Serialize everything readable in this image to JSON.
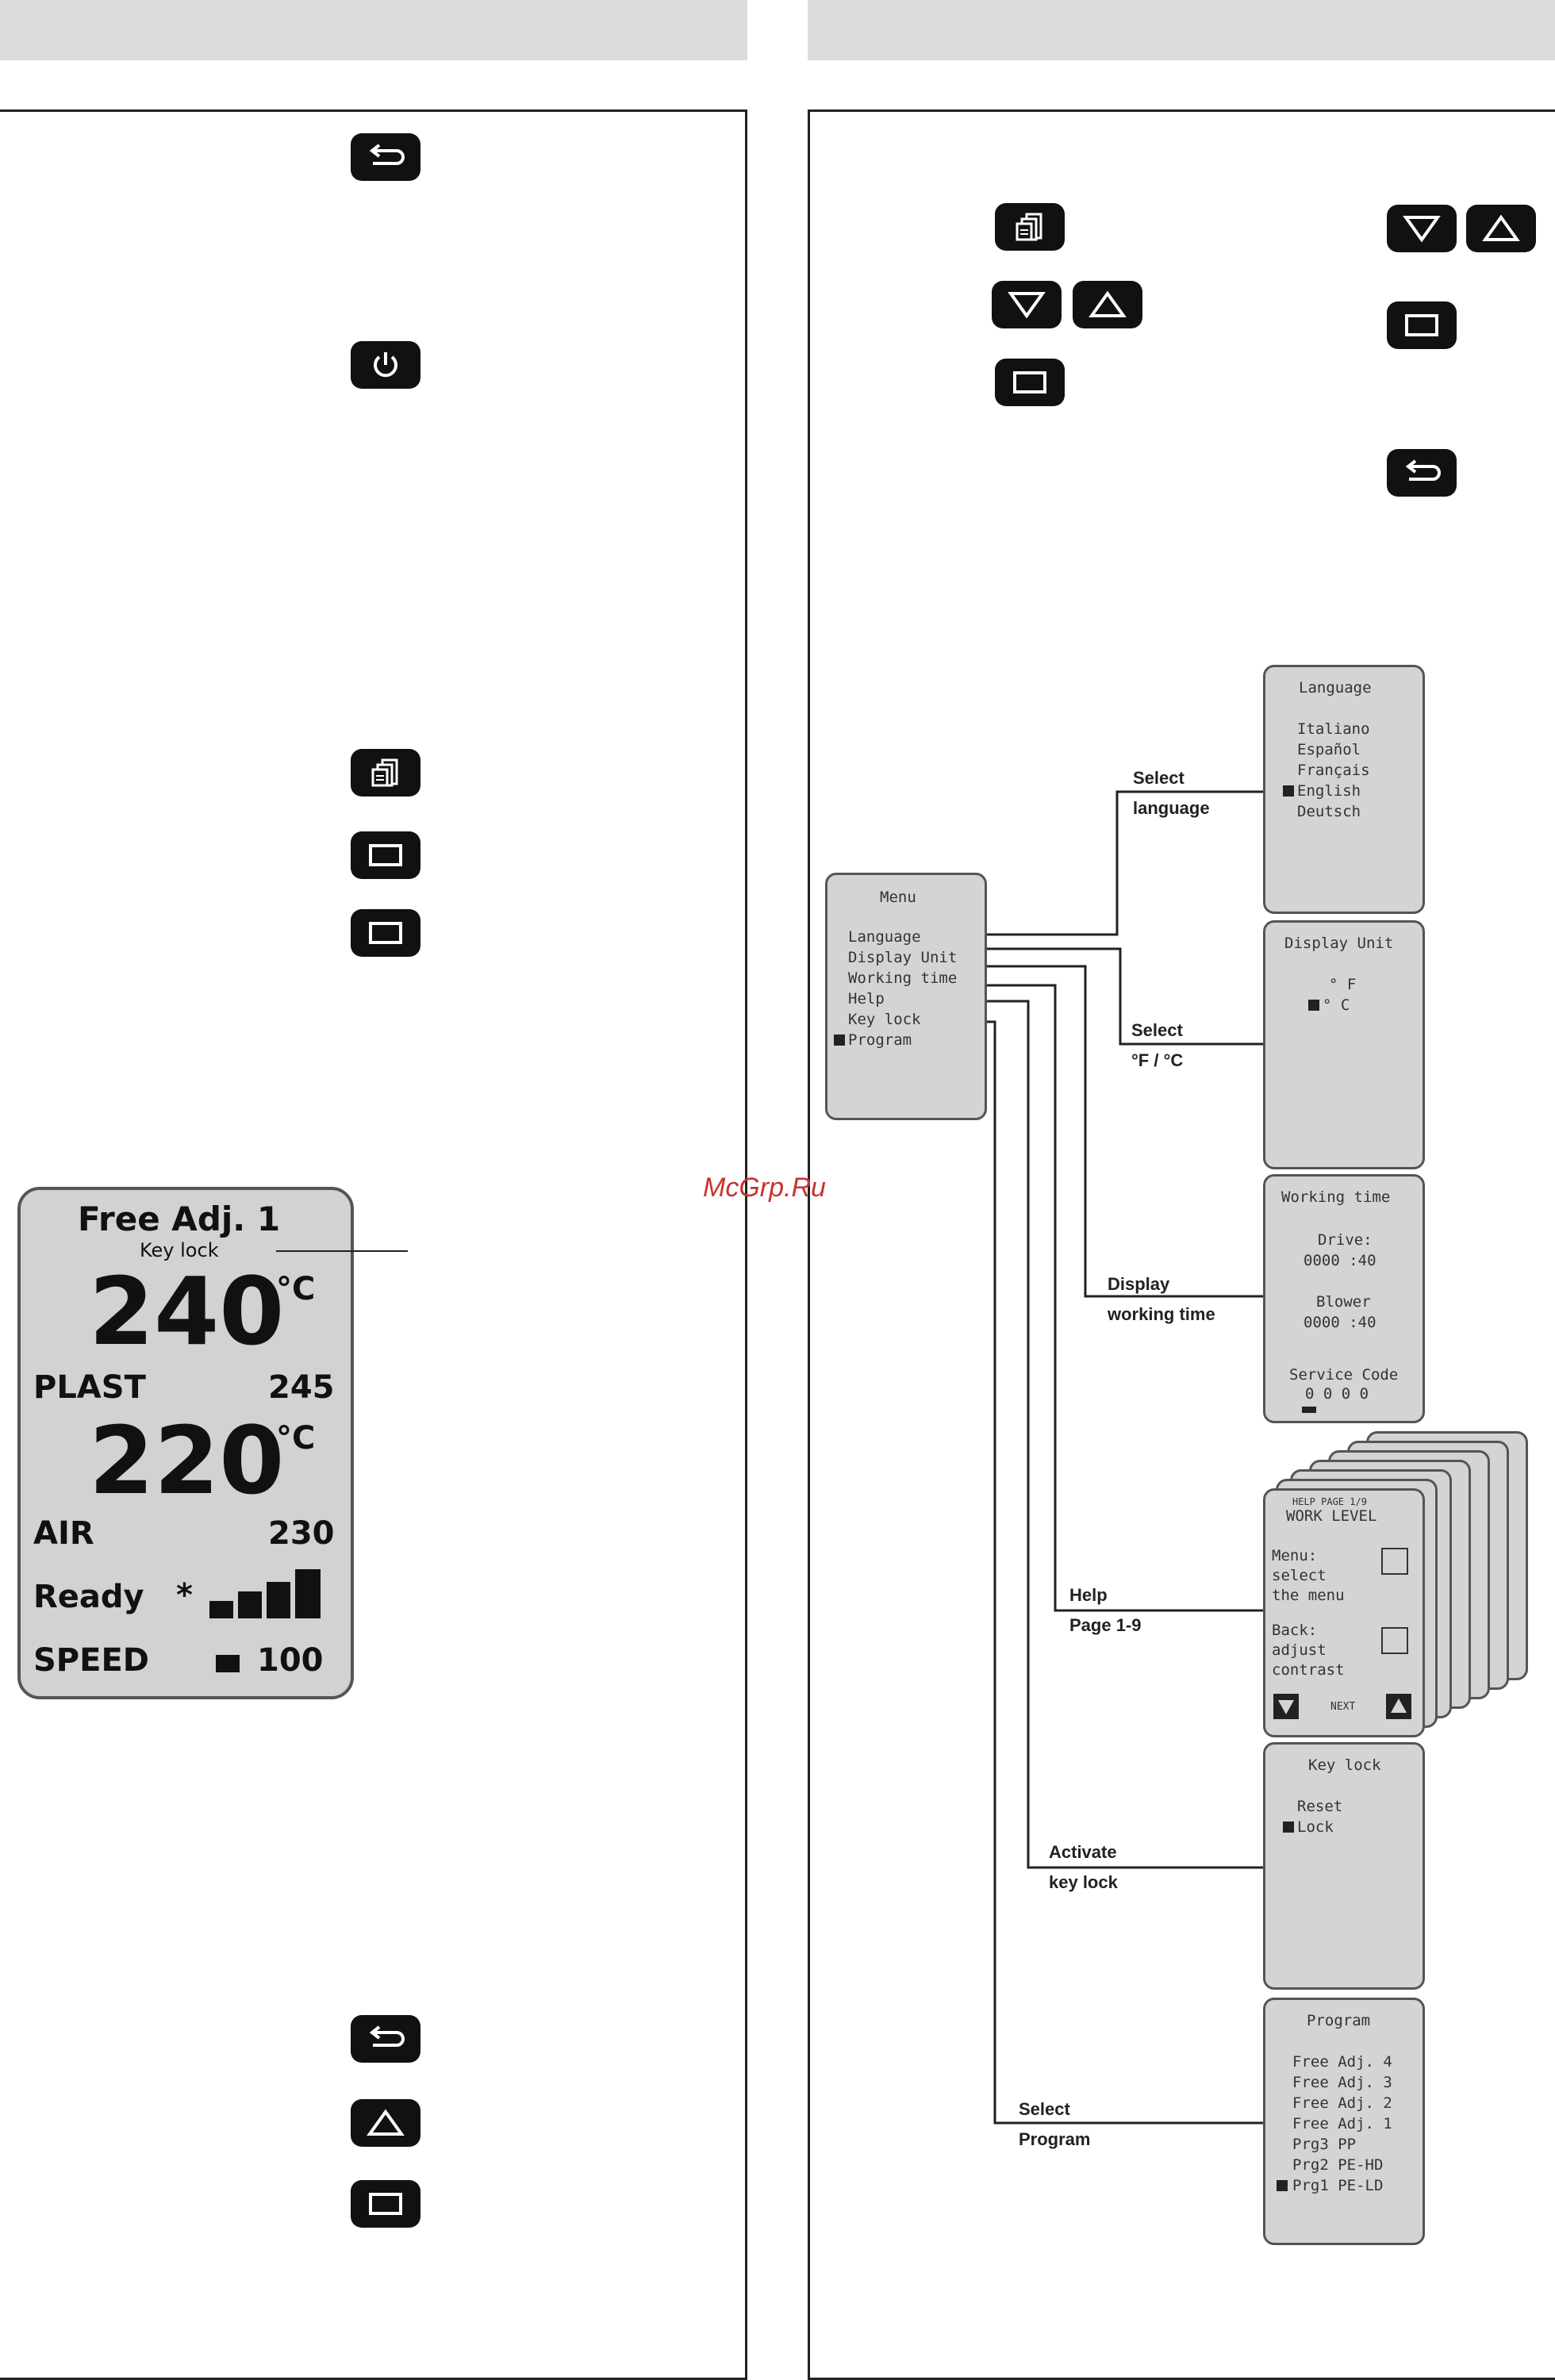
{
  "watermark": "McGrp.Ru",
  "display": {
    "program_name": "Free Adj. 1",
    "sub_label": "Key lock",
    "temp_main": "240",
    "unit_1": "°C",
    "plast_label": "PLAST",
    "plast_value": "245",
    "temp_air": "220",
    "unit_2": "°C",
    "air_label": "AIR",
    "air_value": "230",
    "status_label": "Ready",
    "status_symbol": "*",
    "speed_label": "SPEED",
    "speed_value": "100"
  },
  "menu_screen": {
    "title": "Menu",
    "items": [
      "Language",
      "Display Unit",
      "Working time",
      "Help",
      "Key lock",
      "Program"
    ]
  },
  "screens": {
    "language": {
      "title": "Language",
      "items": [
        "Italiano",
        "Español",
        "Français",
        "English",
        "Deutsch"
      ]
    },
    "display_unit": {
      "title": "Display Unit",
      "items": [
        "° F",
        "° C"
      ]
    },
    "working_time": {
      "title": "Working time",
      "drive_label": "Drive:",
      "drive_value": "0000 :40",
      "blower_label": "Blower",
      "blower_value": "0000 :40",
      "service_label": "Service Code",
      "service_value": "0 0 0 0"
    },
    "help": {
      "page_label": "HELP PAGE 1/9",
      "title": "WORK LEVEL",
      "text_1": "Menu:\nselect\nthe menu",
      "text_2": "Back:\nadjust\ncontrast",
      "next_label": "NEXT"
    },
    "key_lock": {
      "title": "Key lock",
      "items": [
        "Reset",
        "Lock"
      ]
    },
    "program": {
      "title": "Program",
      "items": [
        "Free Adj. 4",
        "Free Adj. 3",
        "Free Adj. 2",
        "Free Adj. 1",
        "Prg3 PP",
        "Prg2 PE-HD",
        "Prg1 PE-LD"
      ]
    }
  },
  "connector_labels": {
    "language": "Select\nlanguage",
    "display_unit": "Select\n°F / °C",
    "working_time": "Display\nworking time",
    "help": "Help\nPage 1-9",
    "key_lock": "Activate\nkey lock",
    "program": "Select\nProgram"
  }
}
